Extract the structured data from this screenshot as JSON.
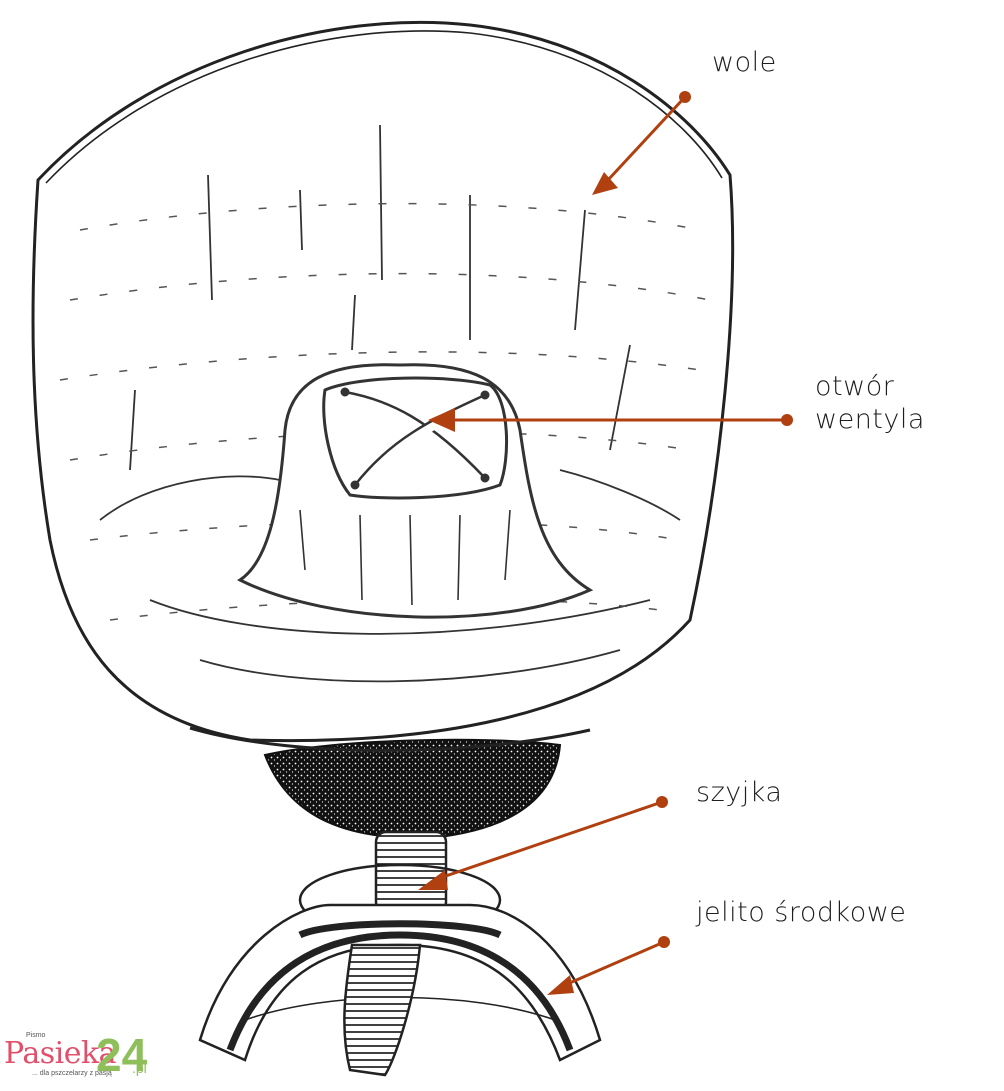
{
  "diagram": {
    "subject": "Bee crop (wole) with proventriculus valve",
    "arrow_color": "#b0400f",
    "labels": [
      {
        "id": "wole",
        "text": "wole"
      },
      {
        "id": "otwor",
        "line1": "otwór",
        "line2": "wentyla"
      },
      {
        "id": "szyjka",
        "text": "szyjka"
      },
      {
        "id": "jelito",
        "text": "jelito środkowe"
      }
    ]
  },
  "logo": {
    "pismo": "Pismo",
    "name": "Pasieka",
    "number": "24",
    "domain": ".pl",
    "tagline": "... dla pszczelarzy z pasją"
  }
}
